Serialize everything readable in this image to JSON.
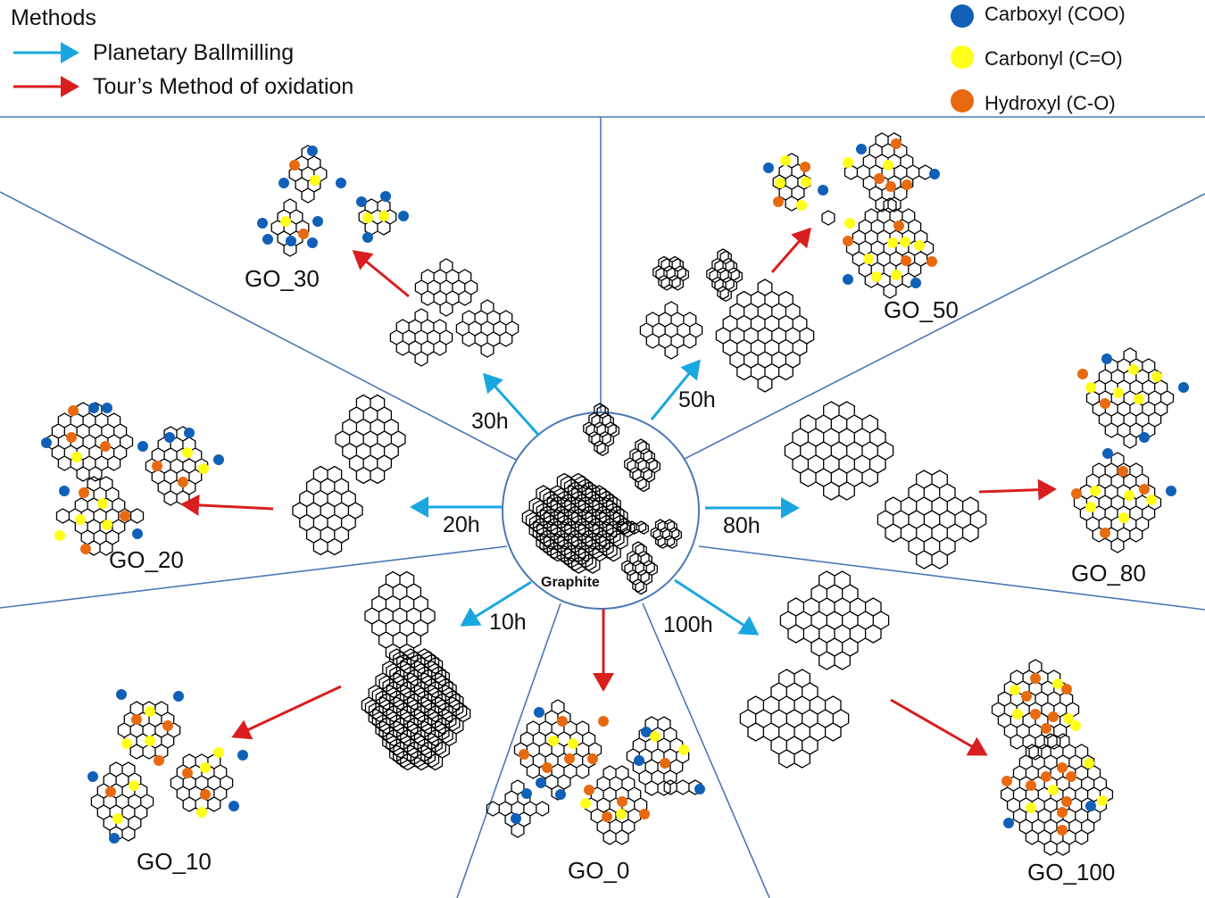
{
  "legend": {
    "title": "Methods",
    "methods": [
      {
        "label": "Planetary Ballmilling",
        "color": "#1aa7e0"
      },
      {
        "label": "Tour’s Method of oxidation",
        "color": "#d81e1e"
      }
    ],
    "groups": [
      {
        "label": "Carboxyl (COO)",
        "color": "#1060b8"
      },
      {
        "label": "Carbonyl (C=O)",
        "color": "#ffff1a"
      },
      {
        "label": "Hydroxyl (C-O)",
        "color": "#e86a10"
      }
    ]
  },
  "center": {
    "label": "Graphite"
  },
  "times": {
    "t10": "10h",
    "t20": "20h",
    "t30": "30h",
    "t50": "50h",
    "t80": "80h",
    "t100": "100h"
  },
  "samples": {
    "go0": "GO_0",
    "go10": "GO_10",
    "go20": "GO_20",
    "go30": "GO_30",
    "go50": "GO_50",
    "go80": "GO_80",
    "go100": "GO_100"
  },
  "colors": {
    "divider": "#4a78b5",
    "ballmill_arrow": "#1aa7e0",
    "oxidation_arrow": "#d81e1e"
  }
}
